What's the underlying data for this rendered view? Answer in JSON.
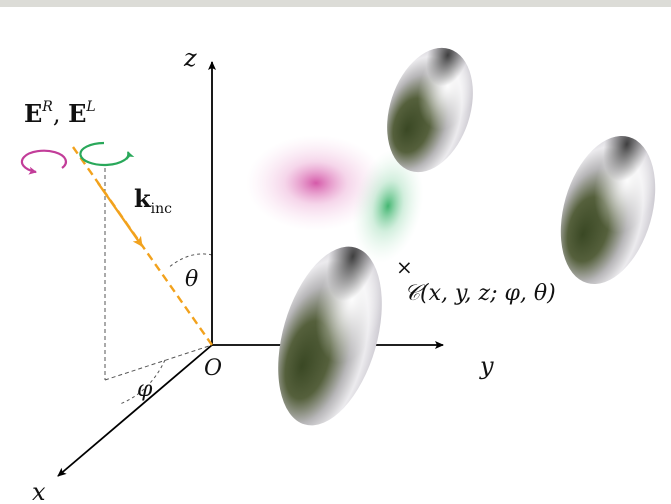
{
  "axes": {
    "x_label": "x",
    "y_label": "y",
    "z_label": "z",
    "origin_label": "O"
  },
  "angles": {
    "theta_label": "θ",
    "phi_label": "φ"
  },
  "polarization": {
    "main": "E",
    "sup_right": "R",
    "separator": ", ",
    "sup_left": "L"
  },
  "wavevector": {
    "main": "k",
    "sub": "inc"
  },
  "center_marker": {
    "symbol": "×",
    "label": "𝒞(x, y, z; φ, θ)"
  },
  "colors": {
    "incident_beam": "#f2a21d",
    "right_circular": "#c23d99",
    "left_circular": "#29a85a",
    "axis": "#000000",
    "ellipsoid_dark": "#3c4a25"
  },
  "objects": {
    "ellipsoid_count": 3,
    "near_field_spots": [
      "magenta",
      "green"
    ]
  }
}
